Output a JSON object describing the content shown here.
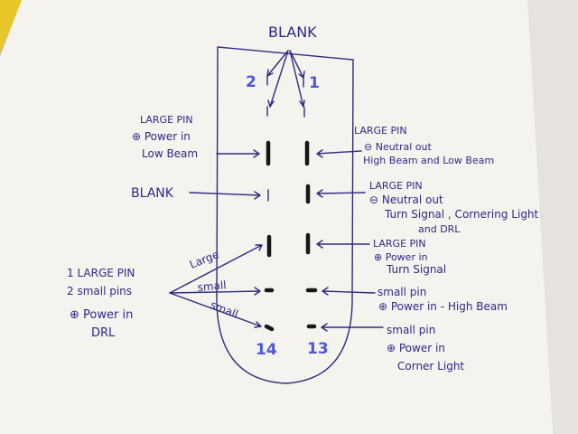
{
  "colors": {
    "paper": "#f4f3ee",
    "ink": "#2e2c7e",
    "pin_fill": "#161616",
    "number": "#4b58d8",
    "table": "#bfb8a6",
    "countertop": "#e6e3de",
    "yellow_sheet": "#e7c62a"
  },
  "numbers": {
    "pin_2": "2",
    "pin_1": "1",
    "pin_14": "14",
    "pin_13": "13"
  },
  "labels": {
    "top_blank": "BLANK",
    "left_blank": "BLANK",
    "low_beam_line1": "LARGE PIN",
    "low_beam_line2": "⊕ Power in",
    "low_beam_line3": "Low Beam",
    "neutral_hb_line1": "LARGE PIN",
    "neutral_hb_line2": "⊖ Neutral out",
    "neutral_hb_line3": "High Beam and Low Beam",
    "neutral_ts_line1": "LARGE PIN",
    "neutral_ts_line2": "⊖ Neutral out",
    "neutral_ts_line3": "Turn Signal , Cornering Light",
    "neutral_ts_line4": "and  DRL",
    "turn_line1": "LARGE PIN",
    "turn_line2": "⊕ Power in",
    "turn_line3": "Turn Signal",
    "high_beam_line1": "small pin",
    "high_beam_line2": "⊕ Power in - High Beam",
    "corner_line1": "small pin",
    "corner_line2": "⊕ Power in",
    "corner_line3": "Corner Light",
    "drl_line1": "1 LARGE PIN",
    "drl_line2": "2 small pins",
    "drl_line3": "⊕ Power in",
    "drl_line4": "DRL",
    "slant_large": "Large",
    "slant_small_1": "small",
    "slant_small_2": "small"
  }
}
